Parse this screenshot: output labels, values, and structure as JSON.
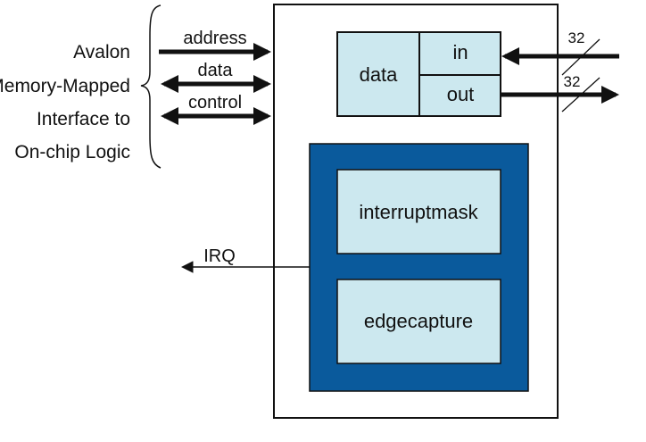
{
  "interface_label": [
    "Avalon",
    "Memory-Mapped",
    "Interface to",
    "On-chip Logic"
  ],
  "signals": {
    "address": "address",
    "data": "data",
    "control": "control",
    "irq": "IRQ"
  },
  "data_register": {
    "label": "data",
    "in": "in",
    "out": "out"
  },
  "bus_width": {
    "in": "32",
    "out": "32"
  },
  "registers": {
    "interruptmask": "interruptmask",
    "edgecapture": "edgecapture"
  },
  "colors": {
    "light_fill": "#cce8ef",
    "dark_fill": "#0a5a9c",
    "line": "#111111"
  }
}
